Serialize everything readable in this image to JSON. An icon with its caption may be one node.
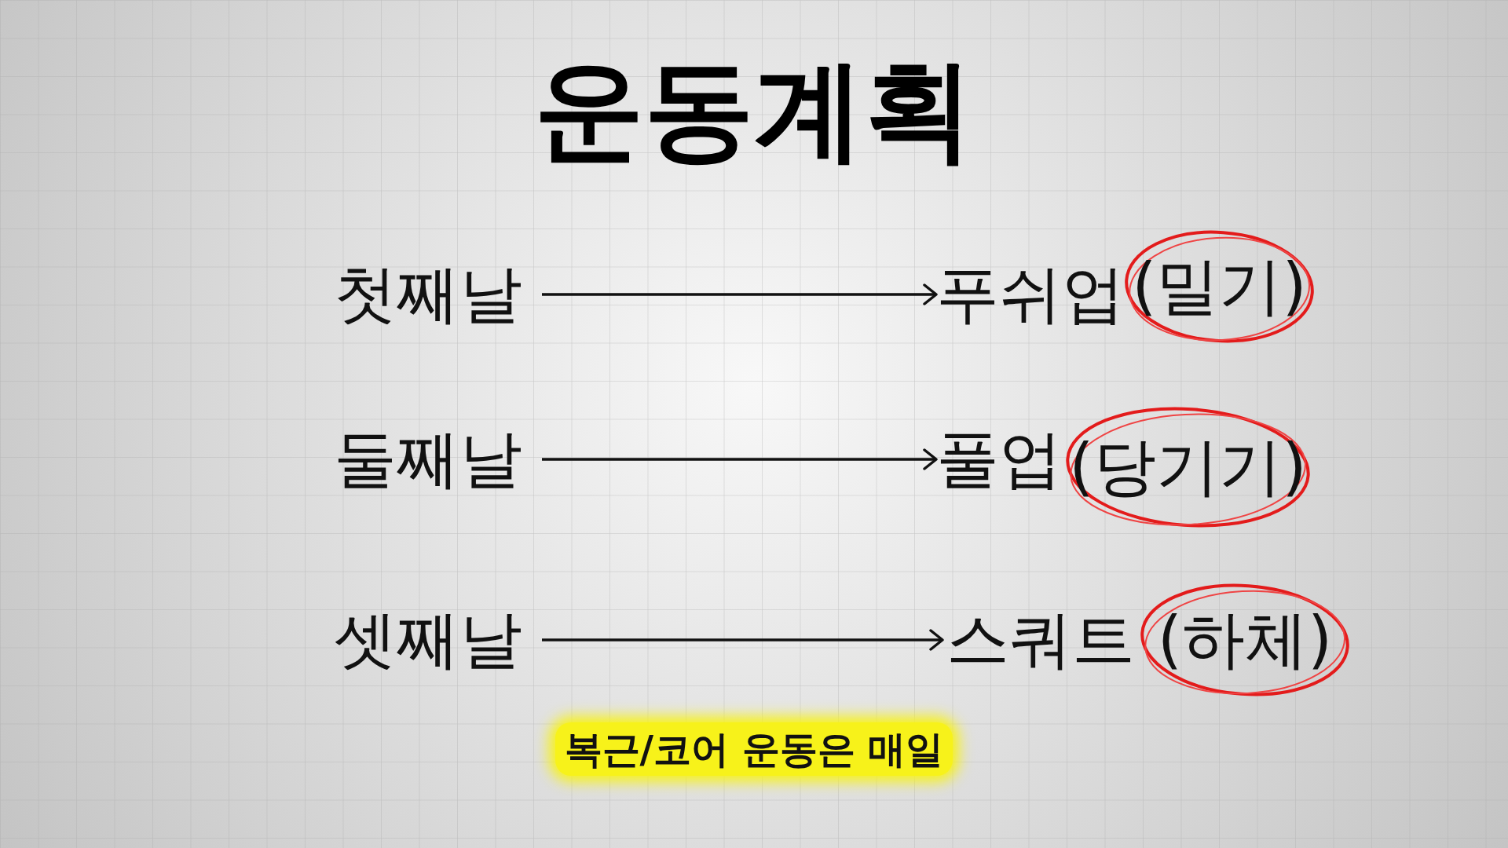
{
  "diagram": {
    "title": "운동계획",
    "nodes": [
      {
        "text": [
          "첫째날"
        ]
      },
      {
        "text": [
          "푸쉬업"
        ]
      },
      {
        "text": [
          "(밀기)"
        ]
      },
      {
        "text": [
          "둘째날"
        ]
      },
      {
        "text": [
          "풀업"
        ]
      },
      {
        "text": [
          "(당기기)"
        ]
      },
      {
        "text": [
          "셋째날"
        ]
      },
      {
        "text": [
          "스쿼트"
        ]
      },
      {
        "text": [
          "(하체)"
        ]
      }
    ],
    "edges": [
      {
        "from": 0,
        "to": 1,
        "arrow": "to"
      },
      {
        "from": 3,
        "to": 4,
        "arrow": "to"
      },
      {
        "from": 6,
        "to": 7,
        "arrow": "to"
      }
    ],
    "labels": [
      "복근/코어 운동은 매일"
    ]
  }
}
